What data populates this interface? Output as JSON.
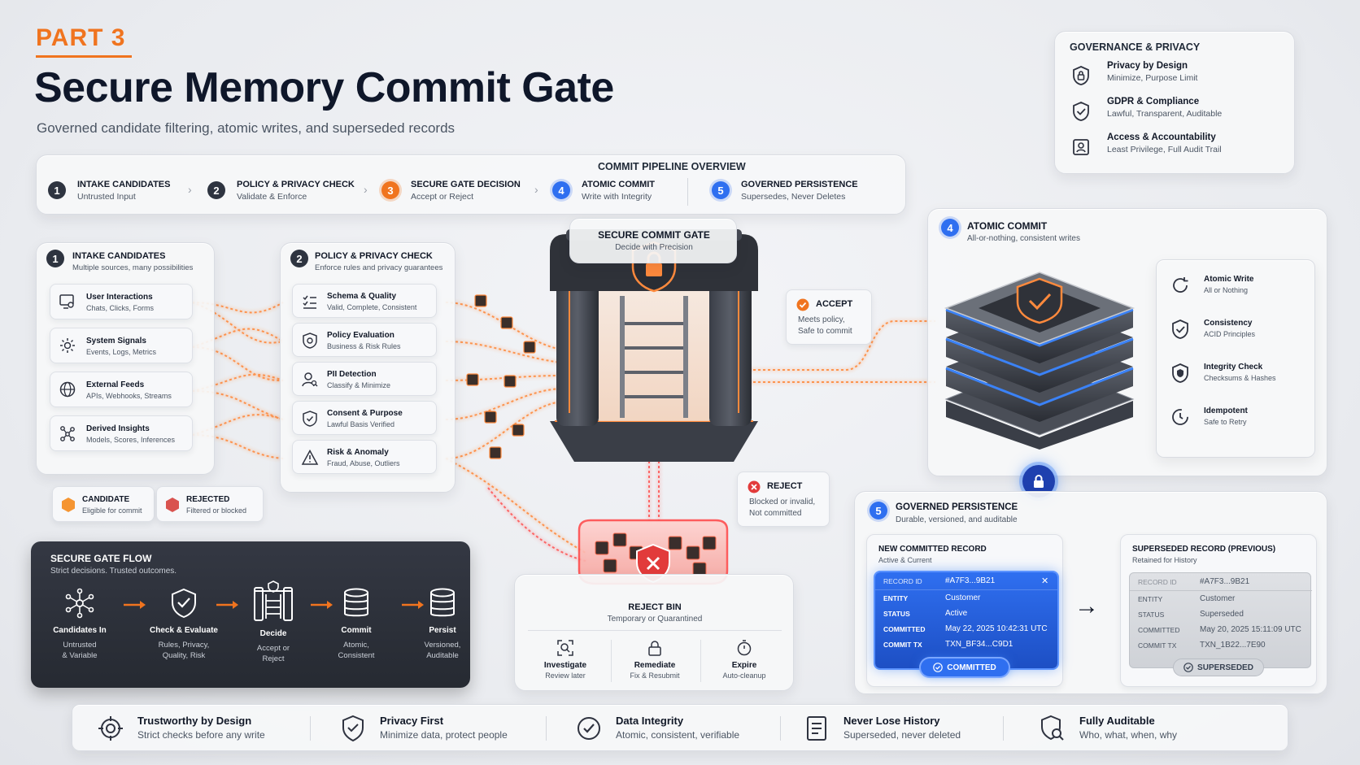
{
  "header": {
    "part_label": "PART 3",
    "title": "Secure Memory Commit Gate",
    "subtitle": "Governed candidate filtering, atomic writes, and superseded records"
  },
  "governance": {
    "title": "GOVERNANCE & PRIVACY",
    "items": [
      {
        "title": "Privacy by Design",
        "desc": "Minimize, Purpose Limit",
        "icon": "shield-lock-icon"
      },
      {
        "title": "GDPR & Compliance",
        "desc": "Lawful, Transparent, Auditable",
        "icon": "shield-check-icon"
      },
      {
        "title": "Access & Accountability",
        "desc": "Least Privilege, Full Audit Trail",
        "icon": "audit-id-icon"
      }
    ]
  },
  "pipeline": {
    "title": "COMMIT PIPELINE OVERVIEW",
    "steps": [
      {
        "num": "1",
        "title": "INTAKE CANDIDATES",
        "desc": "Untrusted Input"
      },
      {
        "num": "2",
        "title": "POLICY & PRIVACY CHECK",
        "desc": "Validate & Enforce"
      },
      {
        "num": "3",
        "title": "SECURE GATE DECISION",
        "desc": "Accept or Reject"
      },
      {
        "num": "4",
        "title": "ATOMIC COMMIT",
        "desc": "Write with Integrity"
      },
      {
        "num": "5",
        "title": "GOVERNED PERSISTENCE",
        "desc": "Supersedes, Never Deletes"
      }
    ]
  },
  "intake": {
    "num": "1",
    "title": "INTAKE CANDIDATES",
    "desc": "Multiple sources, many possibilities",
    "items": [
      {
        "title": "User Interactions",
        "desc": "Chats, Clicks, Forms"
      },
      {
        "title": "System Signals",
        "desc": "Events, Logs, Metrics"
      },
      {
        "title": "External Feeds",
        "desc": "APIs, Webhooks, Streams"
      },
      {
        "title": "Derived Insights",
        "desc": "Models, Scores, Inferences"
      }
    ]
  },
  "legend": {
    "candidate": {
      "title": "CANDIDATE",
      "desc": "Eligible for commit"
    },
    "rejected": {
      "title": "REJECTED",
      "desc": "Filtered or blocked"
    }
  },
  "policy": {
    "num": "2",
    "title": "POLICY & PRIVACY CHECK",
    "desc": "Enforce rules and privacy guarantees",
    "items": [
      {
        "title": "Schema & Quality",
        "desc": "Valid, Complete, Consistent"
      },
      {
        "title": "Policy Evaluation",
        "desc": "Business & Risk Rules"
      },
      {
        "title": "PII Detection",
        "desc": "Classify & Minimize"
      },
      {
        "title": "Consent & Purpose",
        "desc": "Lawful Basis Verified"
      },
      {
        "title": "Risk & Anomaly",
        "desc": "Fraud, Abuse, Outliers"
      }
    ]
  },
  "gate": {
    "title": "SECURE COMMIT GATE",
    "desc": "Decide with Precision"
  },
  "accept": {
    "title": "ACCEPT",
    "desc1": "Meets policy,",
    "desc2": "Safe to commit"
  },
  "reject": {
    "title": "REJECT",
    "desc1": "Blocked or invalid,",
    "desc2": "Not committed"
  },
  "reject_bin": {
    "title": "REJECT BIN",
    "desc": "Temporary or Quarantined",
    "actions": [
      {
        "title": "Investigate",
        "desc": "Review later"
      },
      {
        "title": "Remediate",
        "desc": "Fix & Resubmit"
      },
      {
        "title": "Expire",
        "desc": "Auto-cleanup"
      }
    ]
  },
  "atomic": {
    "num": "4",
    "title": "ATOMIC COMMIT",
    "desc": "All-or-nothing, consistent writes",
    "items": [
      {
        "title": "Atomic Write",
        "desc": "All or Nothing"
      },
      {
        "title": "Consistency",
        "desc": "ACID Principles"
      },
      {
        "title": "Integrity Check",
        "desc": "Checksums & Hashes"
      },
      {
        "title": "Idempotent",
        "desc": "Safe to Retry"
      }
    ]
  },
  "persistence": {
    "num": "5",
    "title": "GOVERNED PERSISTENCE",
    "desc": "Durable, versioned, and auditable",
    "new_record": {
      "title": "NEW COMMITTED RECORD",
      "desc": "Active & Current",
      "fields": [
        {
          "k": "RECORD ID",
          "v": "#A7F3...9B21"
        },
        {
          "k": "ENTITY",
          "v": "Customer"
        },
        {
          "k": "STATUS",
          "v": "Active"
        },
        {
          "k": "COMMITTED",
          "v": "May 22, 2025 10:42:31 UTC"
        },
        {
          "k": "COMMIT TX",
          "v": "TXN_BF34...C9D1"
        }
      ],
      "close_glyph": "✕",
      "badge": "COMMITTED"
    },
    "arrow_glyph": "→",
    "old_record": {
      "title": "SUPERSEDED RECORD (PREVIOUS)",
      "desc": "Retained for History",
      "fields": [
        {
          "k": "RECORD ID",
          "v": "#A7F3...9B21"
        },
        {
          "k": "ENTITY",
          "v": "Customer"
        },
        {
          "k": "STATUS",
          "v": "Superseded"
        },
        {
          "k": "COMMITTED",
          "v": "May 20, 2025 15:11:09 UTC"
        },
        {
          "k": "COMMIT TX",
          "v": "TXN_1B22...7E90"
        }
      ],
      "badge": "SUPERSEDED"
    }
  },
  "flow": {
    "title": "SECURE GATE FLOW",
    "desc": "Strict decisions. Trusted outcomes.",
    "steps": [
      {
        "title": "Candidates In",
        "l1": "Untrusted",
        "l2": "& Variable"
      },
      {
        "title": "Check & Evaluate",
        "l1": "Rules, Privacy,",
        "l2": "Quality, Risk"
      },
      {
        "title": "Decide",
        "l1": "Accept or",
        "l2": "Reject"
      },
      {
        "title": "Commit",
        "l1": "Atomic,",
        "l2": "Consistent"
      },
      {
        "title": "Persist",
        "l1": "Versioned,",
        "l2": "Auditable"
      }
    ]
  },
  "footer": [
    {
      "title": "Trustworthy by Design",
      "desc": "Strict checks before any write"
    },
    {
      "title": "Privacy First",
      "desc": "Minimize data, protect people"
    },
    {
      "title": "Data Integrity",
      "desc": "Atomic, consistent, verifiable"
    },
    {
      "title": "Never Lose History",
      "desc": "Superseded, never deleted"
    },
    {
      "title": "Fully Auditable",
      "desc": "Who, what, when, why"
    }
  ],
  "colors": {
    "accent_orange": "#f0741f",
    "accent_blue": "#2f6ff0",
    "reject_red": "#e23b3b",
    "dark_panel": "#2b2f38"
  }
}
